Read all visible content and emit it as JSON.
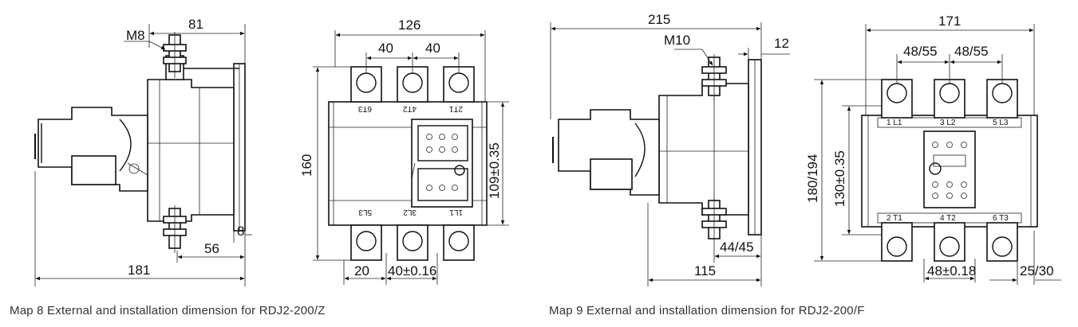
{
  "map8": {
    "caption": "Map 8 External and installation dimension for RDJ2-200/Z",
    "side": {
      "thread": "M8",
      "top_width": "81",
      "overall": "181",
      "base": "56",
      "plate": "8"
    },
    "front": {
      "width": "126",
      "pitch_a": "40",
      "pitch_b": "40",
      "height": "160",
      "mount": "109±0.35",
      "edge": "20",
      "mount_w": "40±0.16",
      "top_terminals": [
        "6T3",
        "4T2",
        "2T1"
      ],
      "bottom_terminals": [
        "5L3",
        "3L2",
        "1L1"
      ]
    }
  },
  "map9": {
    "caption": "Map 9 External and installation dimension for RDJ2-200/F",
    "side": {
      "overall": "215",
      "thread": "M10",
      "plate": "12",
      "base_offset": "44/45",
      "base": "115"
    },
    "front": {
      "width": "171",
      "pitch_a": "48/55",
      "pitch_b": "48/55",
      "height": "180/194",
      "mount": "130±0.35",
      "mount_w": "48±0.18",
      "edge": "25/30",
      "top_terminals": [
        "1 L1",
        "3 L2",
        "5 L3"
      ],
      "bottom_terminals": [
        "2 T1",
        "4 T2",
        "6 T3"
      ]
    }
  }
}
